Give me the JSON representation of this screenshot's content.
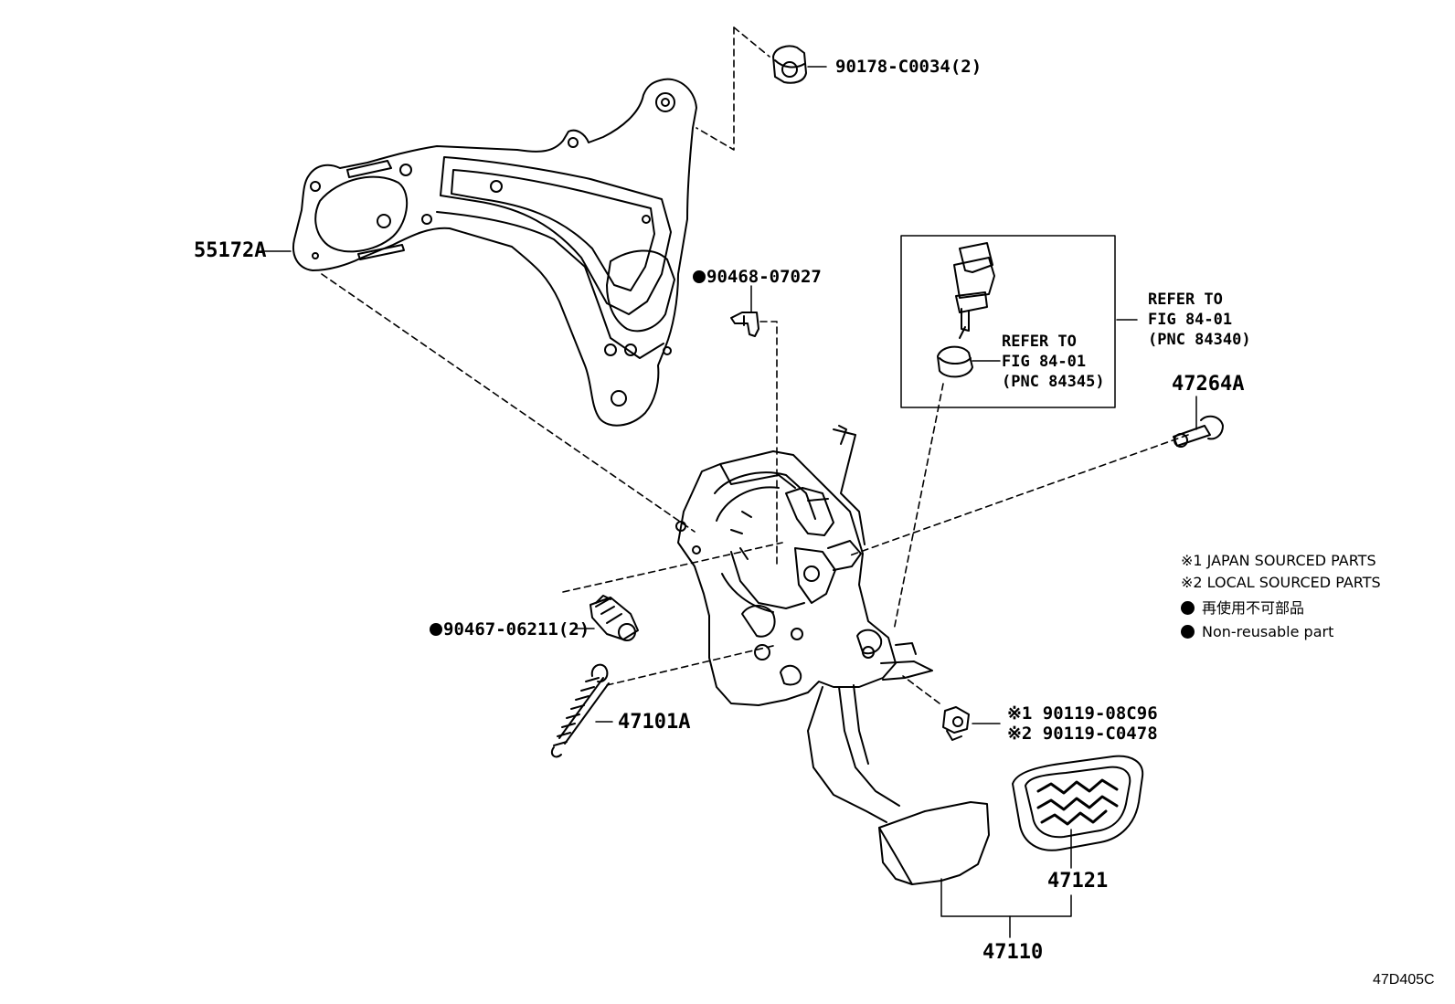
{
  "callouts": {
    "nut_top": "90178-C0034(2)",
    "bracket": "55172A",
    "clip": "90468-07027",
    "clip_bullet": "●",
    "bush": "90467-06211(2)",
    "bush_bullet": "●",
    "spring": "47101A",
    "pin": "47264A",
    "bolt_jp": "※1 90119-08C96",
    "bolt_local": "※2 90119-C0478",
    "pedal_pad": "47121",
    "pedal_assy": "47110"
  },
  "references": {
    "switch_box": "REFER TO\nFIG 84-01\n(PNC 84340)",
    "cushion": "REFER TO\nFIG 84-01\n(PNC 84345)"
  },
  "legend": {
    "japan": "※1 JAPAN SOURCED PARTS",
    "local": "※2 LOCAL SOURCED PARTS",
    "non_reusable_jp": "再使用不可部品",
    "non_reusable_en": "Non-reusable part"
  },
  "diagram_code": "47D405C"
}
